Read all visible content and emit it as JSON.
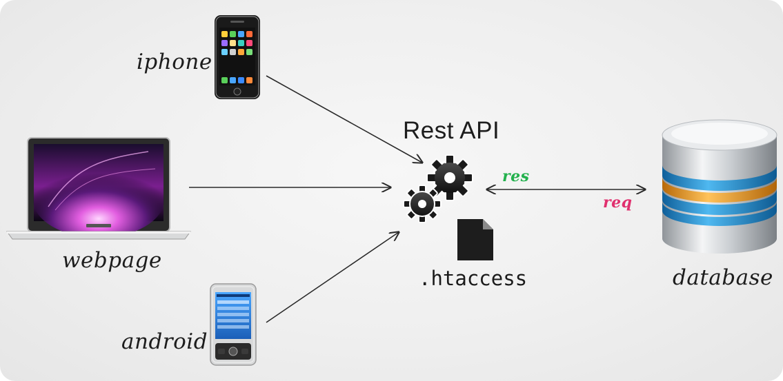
{
  "labels": {
    "iphone": "iphone",
    "webpage": "webpage",
    "android": "android",
    "rest_api": "Rest API",
    "htaccess": ".htaccess",
    "database": "database",
    "res": "res",
    "req": "req"
  },
  "colors": {
    "res": "#23b14d",
    "req": "#e0306e",
    "db_band_blue": "#1e8fd0",
    "db_band_orange": "#f09a1e",
    "arrow": "#2a2a2a"
  },
  "icons": [
    "iphone-icon",
    "laptop-icon",
    "android-phone-icon",
    "gears-icon",
    "file-icon",
    "database-icon"
  ]
}
